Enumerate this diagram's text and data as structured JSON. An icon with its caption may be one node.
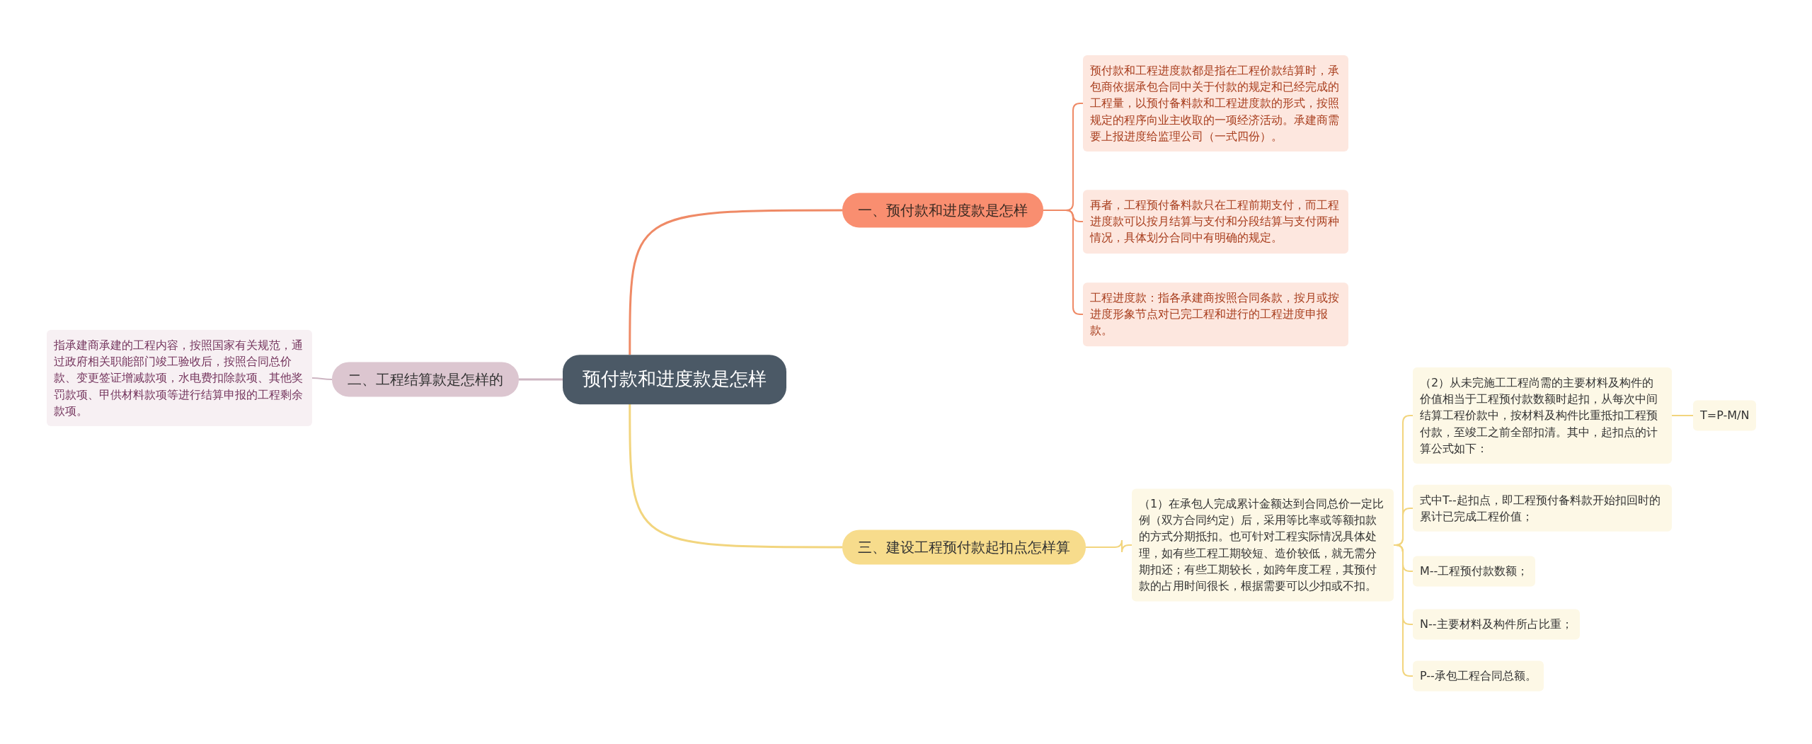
{
  "diagram": {
    "nodes": [
      {
        "text": [
          "预付款和进度款是怎样"
        ]
      },
      {
        "text": [
          "一、预付款和进度款是怎样"
        ]
      },
      {
        "text": [
          "预付款和工程进度款都是指在工程价款结算时，承包商依据承包合同中关于付款的规定和已经完成的工程量，以预付备料款和工程进度款的形式，按照规定的程序向业主收取的一项经济活动。承建商需要上报进度给监理公司（一式四份）。"
        ]
      },
      {
        "text": [
          "再者，工程预付备料款只在工程前期支付，而工程进度款可以按月结算与支付和分段结算与支付两种情况，具体划分合同中有明确的规定。"
        ]
      },
      {
        "text": [
          "工程进度款：指各承建商按照合同条款，按月或按进度形象节点对已完工程和进行的工程进度申报款。"
        ]
      },
      {
        "text": [
          "二、工程结算款是怎样的"
        ]
      },
      {
        "text": [
          "指承建商承建的工程内容，按照国家有关规范，通过政府相关职能部门竣工验收后，按照合同总价款、变更签证增减款项，水电费扣除款项、其他奖罚款项、甲供材料款项等进行结算申报的工程剩余款项。"
        ]
      },
      {
        "text": [
          "三、建设工程预付款起扣点怎样算"
        ]
      },
      {
        "text": [
          "（1）在承包人完成累计金额达到合同总价一定比例（双方合同约定）后，采用等比率或等额扣款的方式分期抵扣。也可针对工程实际情况具体处理，如有些工程工期较短、造价较低，就无需分期扣还；有些工期较长，如跨年度工程，其预付款的占用时间很长，根据需要可以少扣或不扣。"
        ]
      },
      {
        "text": [
          "（2）从未完施工工程尚需的主要材料及构件的价值相当于工程预付款数额时起扣，从每次中间结算工程价款中，按材料及构件比重抵扣工程预付款，至竣工之前全部扣清。其中，起扣点的计算公式如下："
        ]
      },
      {
        "text": [
          "T=P-M/N"
        ]
      },
      {
        "text": [
          "式中T--起扣点，即工程预付备料款开始扣回时的累计已完成工程价值；"
        ]
      },
      {
        "text": [
          "M--工程预付款数额；"
        ]
      },
      {
        "text": [
          "N--主要材料及构件所占比重；"
        ]
      },
      {
        "text": [
          "P--承包工程合同总额。"
        ]
      }
    ],
    "edges": [
      {
        "from": 0,
        "to": 1,
        "arrow": "none",
        "color": "#ef8a66"
      },
      {
        "from": 0,
        "to": 5,
        "arrow": "none",
        "color": "#cdb5c2"
      },
      {
        "from": 0,
        "to": 7,
        "arrow": "none"
      },
      {
        "from": 1,
        "to": 2,
        "arrow": "none",
        "color": "#ef8a66"
      },
      {
        "from": 1,
        "to": 3,
        "arrow": "none",
        "color": "#ef8a66"
      },
      {
        "from": 1,
        "to": 4,
        "arrow": "none",
        "color": "#ef8a66"
      },
      {
        "from": 5,
        "to": 6,
        "arrow": "none",
        "color": "#cdb5c2"
      },
      {
        "from": 7,
        "to": 8,
        "arrow": "none"
      },
      {
        "from": 8,
        "to": 9,
        "arrow": "none"
      },
      {
        "from": 8,
        "to": 11,
        "arrow": "none"
      },
      {
        "from": 8,
        "to": 12,
        "arrow": "none"
      },
      {
        "from": 8,
        "to": 13,
        "arrow": "none"
      },
      {
        "from": 8,
        "to": 14,
        "arrow": "none"
      },
      {
        "from": 9,
        "to": 10,
        "arrow": "none"
      }
    ]
  }
}
